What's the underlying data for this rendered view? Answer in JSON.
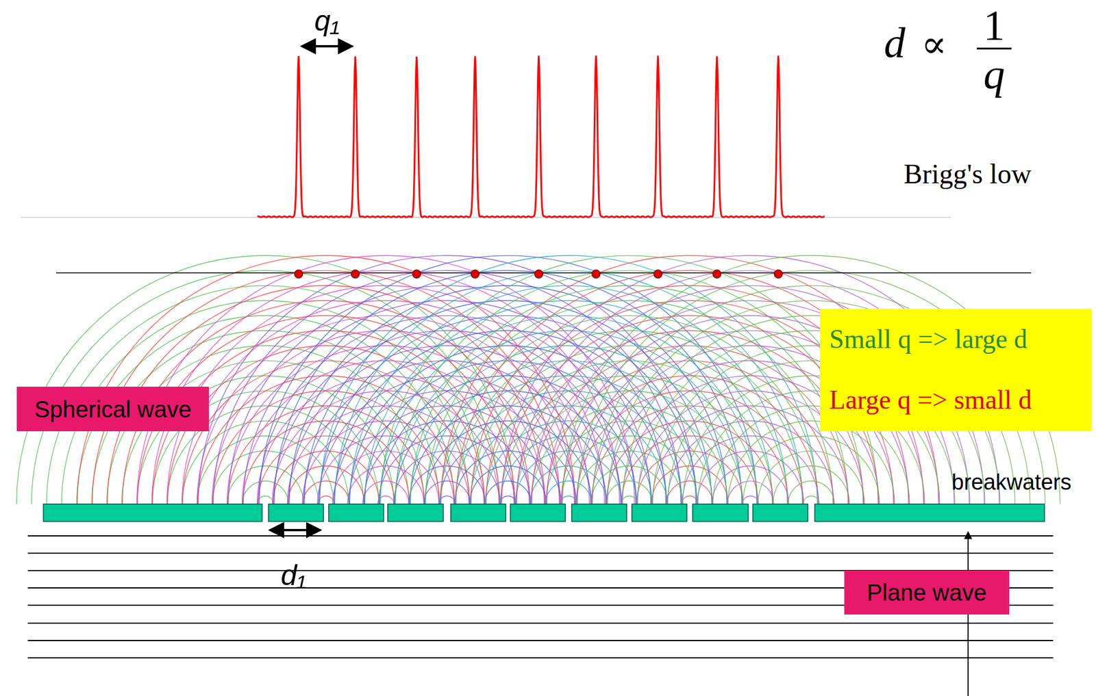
{
  "diagram": {
    "nodes": [
      {
        "text": [
          "Spherical wave"
        ]
      },
      {
        "text": [
          "Small q => large d",
          "Large q => small d"
        ]
      },
      {
        "text": [
          "Plane wave"
        ]
      }
    ],
    "labels": [
      "q₁",
      "d",
      "∝",
      "1",
      "q",
      "Brigg's low",
      "breakwaters",
      "d₁"
    ]
  }
}
